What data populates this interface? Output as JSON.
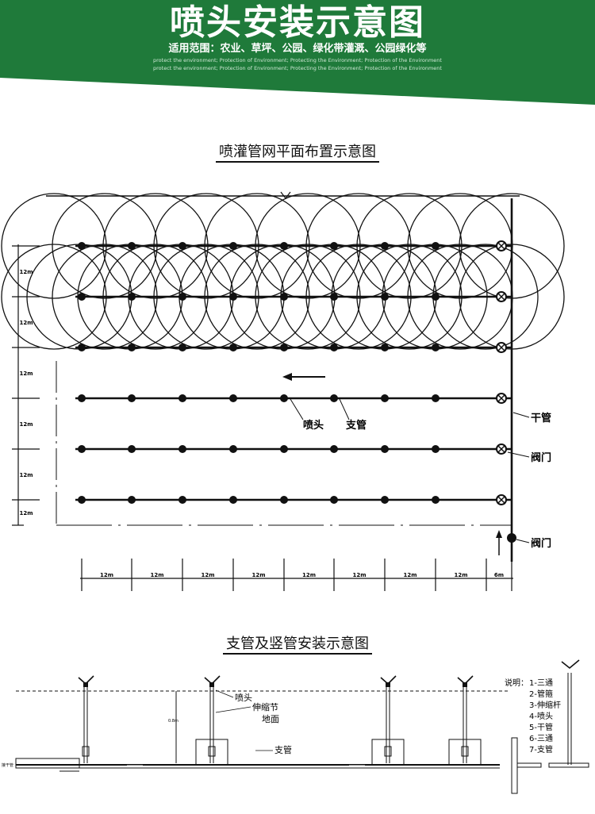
{
  "header": {
    "title": "喷头安装示意图",
    "subtitle": "适用范围：农业、草坪、公园、绿化带灌溉、公园绿化等",
    "english_line1": "protect the environment; Protection of Environment; Protecting the Environment; Protection of the Environment",
    "english_line2": "protect the environment; Protection of Environment; Protecting the Environment; Protection of the Environment",
    "bg_color": "#1f7a3a"
  },
  "plan": {
    "title": "喷灌管网平面布置示意图",
    "labels": {
      "sprinkler": "喷头",
      "branch_pipe": "支管",
      "main_pipe": "干管",
      "valve1": "阀门",
      "valve2": "阀门"
    },
    "spacing_labels": [
      "12m",
      "12m",
      "12m",
      "12m",
      "12m",
      "12m",
      "12m",
      "12m",
      "6m"
    ],
    "side_labels": [
      "12m",
      "12m",
      "12m",
      "12m",
      "12m",
      "12m"
    ]
  },
  "install": {
    "title": "支管及竖管安装示意图",
    "labels": {
      "sprinkler": "喷头",
      "telescopic": "伸缩节",
      "ground": "地面",
      "branch_pipe": "支管",
      "main_pipe": "接干管",
      "height": "0.8m"
    },
    "legend_title": "说明：",
    "legend": [
      "1-三通",
      "2-管箍",
      "3-伸缩杆",
      "4-喷头",
      "5-干管",
      "6-三通",
      "7-支管"
    ]
  }
}
